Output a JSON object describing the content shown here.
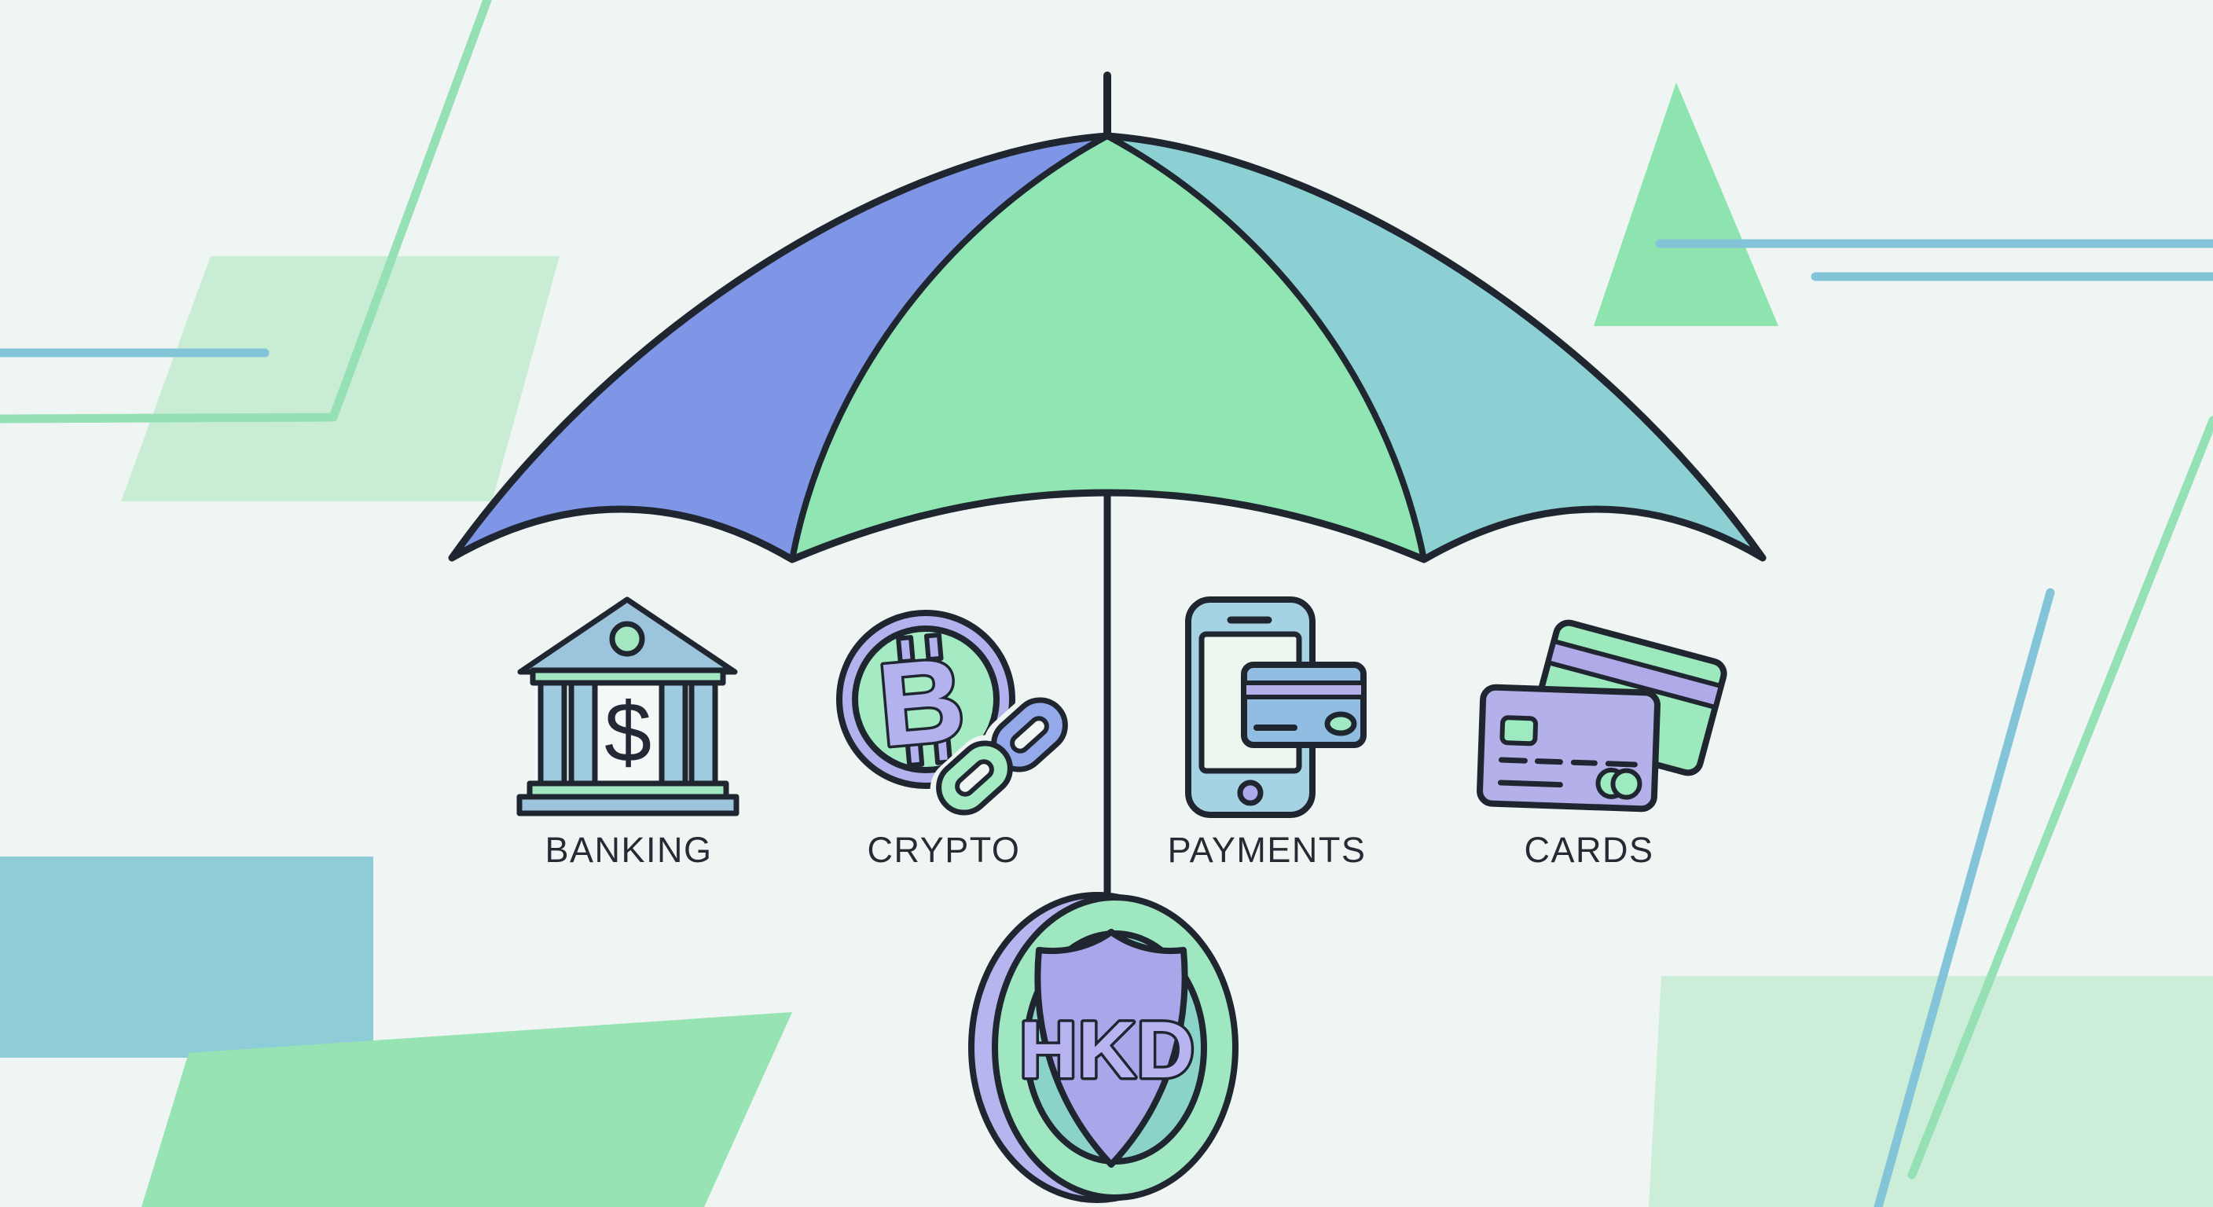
{
  "illustration": {
    "subject": "umbrella-covering-financial-services",
    "categories": [
      {
        "label": "BANKING",
        "icon": "bank-building-icon"
      },
      {
        "label": "CRYPTO",
        "icon": "bitcoin-chain-icon"
      },
      {
        "label": "PAYMENTS",
        "icon": "phone-credit-card-icon"
      },
      {
        "label": "CARDS",
        "icon": "credit-cards-icon"
      }
    ],
    "coin": {
      "label": "HKD",
      "icon": "shield-coin-icon"
    }
  },
  "colors": {
    "background": "#eef5f2",
    "outline": "#1f2630",
    "text": "#262b33",
    "umbrella_blue": "#7e96e5",
    "umbrella_green": "#90e6b2",
    "umbrella_teal": "#8dd0d4",
    "accent_green": "#a2e7bf",
    "accent_purple": "#b4b2ee",
    "accent_blue": "#9dc4dd",
    "accent_teal": "#8bd3c8",
    "shape_green_light": "#c9ecd5",
    "shape_green": "#97e3b3",
    "shape_teal_rect": "#8ecdd8",
    "line_teal": "#84c4d8",
    "line_green": "#95e0b5"
  }
}
